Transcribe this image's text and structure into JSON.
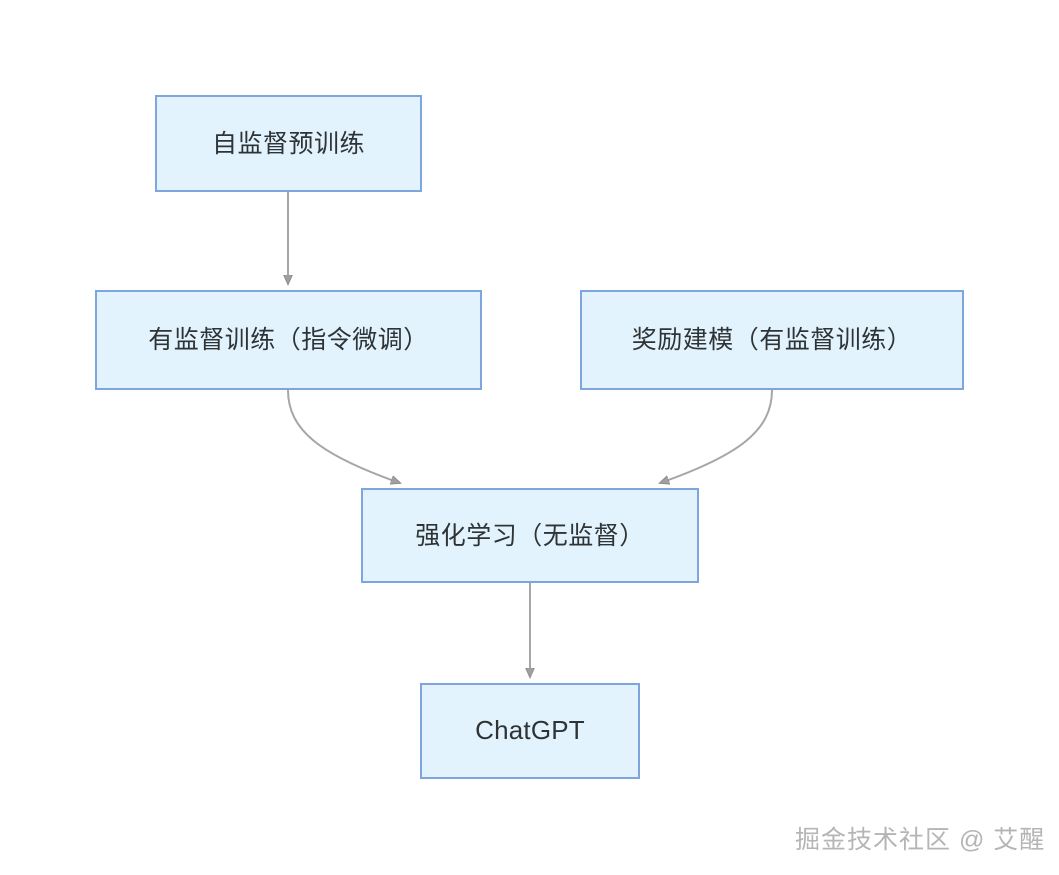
{
  "diagram": {
    "title": "ChatGPT training pipeline flowchart",
    "background_color": "#ffffff",
    "node_fill_color": "#e3f3fd",
    "node_border_color": "#7ea6dd",
    "edge_color": "#9b9b9b",
    "text_color": "#2e3436",
    "nodes": [
      {
        "id": "pretrain",
        "label": "自监督预训练"
      },
      {
        "id": "sft",
        "label": "有监督训练（指令微调）"
      },
      {
        "id": "reward",
        "label": "奖励建模（有监督训练）"
      },
      {
        "id": "rl",
        "label": "强化学习（无监督）"
      },
      {
        "id": "chatgpt",
        "label": "ChatGPT"
      }
    ],
    "edges": [
      {
        "from": "pretrain",
        "to": "sft",
        "style": "straight"
      },
      {
        "from": "sft",
        "to": "rl",
        "style": "curved"
      },
      {
        "from": "reward",
        "to": "rl",
        "style": "curved"
      },
      {
        "from": "rl",
        "to": "chatgpt",
        "style": "straight"
      }
    ]
  },
  "watermark": {
    "text": "掘金技术社区 @ 艾醒"
  }
}
